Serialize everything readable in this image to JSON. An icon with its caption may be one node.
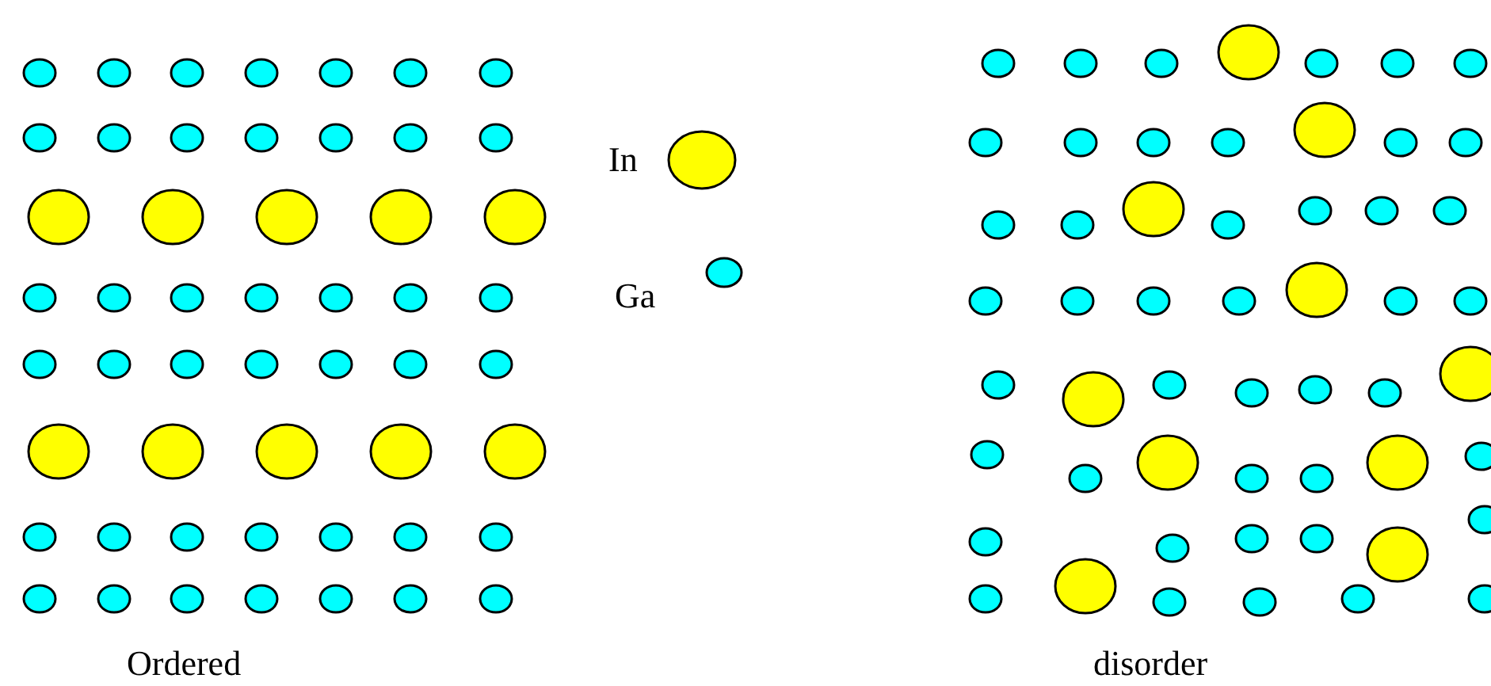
{
  "diagram": {
    "labels": [
      "Ordered",
      "disorder"
    ],
    "legend": [
      {
        "text": "In",
        "color": "#ffff00"
      },
      {
        "text": "Ga",
        "color": "#00ffff"
      }
    ]
  }
}
